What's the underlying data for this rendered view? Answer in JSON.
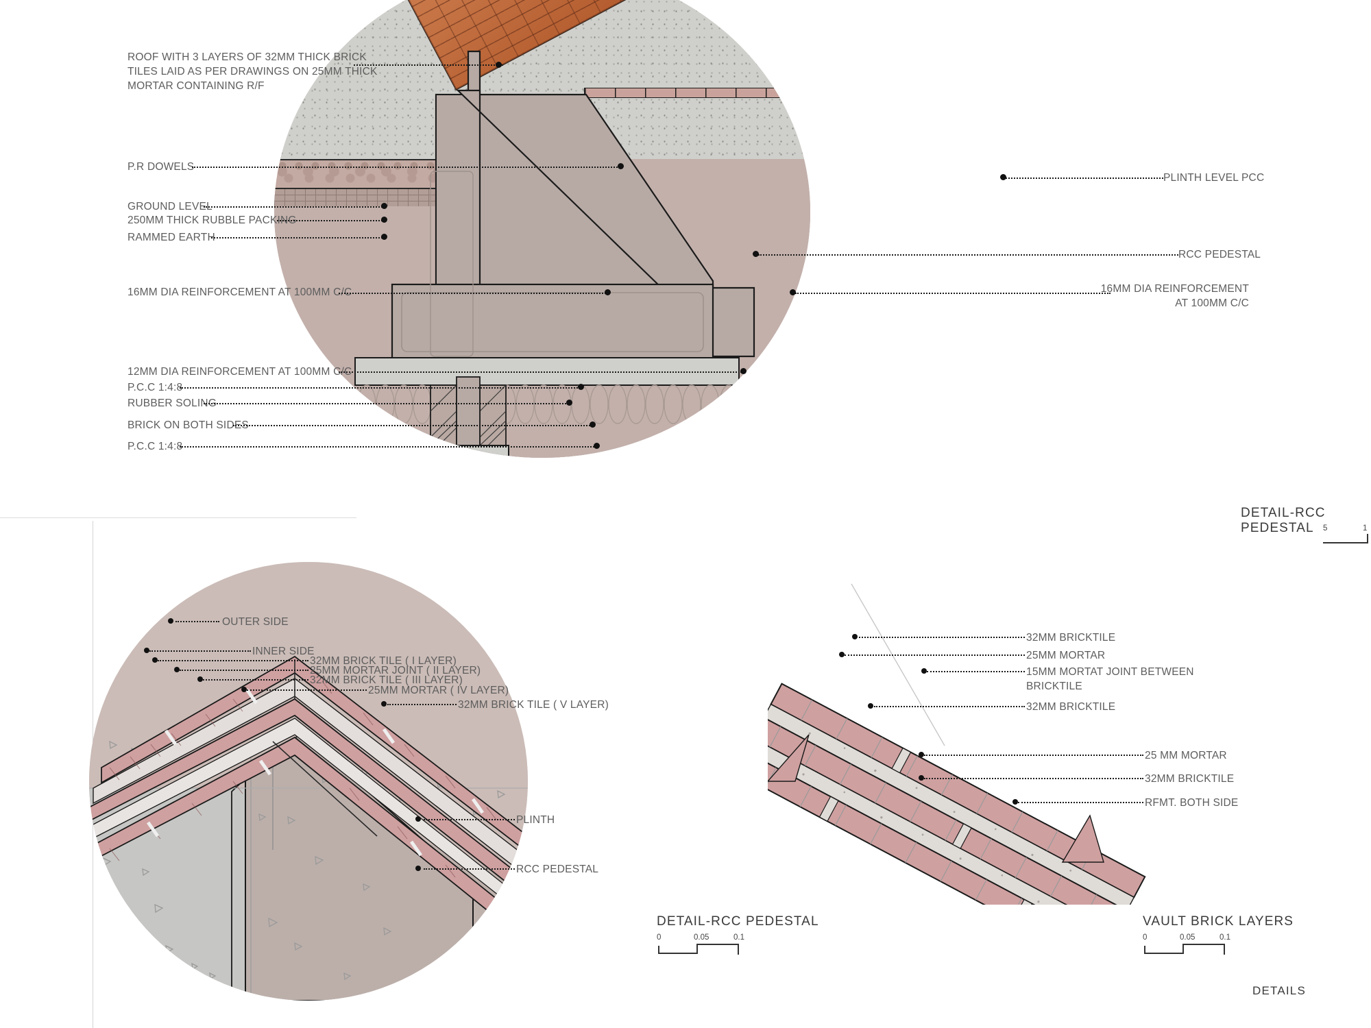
{
  "sheet": {
    "title": "DETAILS",
    "background": "#ffffff",
    "accent_brick": "#c4622e",
    "accent_tile": "#cfa0a0",
    "concrete": "#b7aaa5",
    "pcc": "#cfcfcb",
    "text_color": "#5d5d5d"
  },
  "details": [
    {
      "id": "detail-rcc-pedestal-section",
      "title": "DETAIL-RCC PEDESTAL",
      "scale": {
        "ticks": [
          "5",
          "1"
        ],
        "clipped": true
      }
    },
    {
      "id": "detail-rcc-pedestal-plan",
      "title": "DETAIL-RCC PEDESTAL",
      "scale": {
        "ticks": [
          "0",
          "0.05",
          "0.1"
        ],
        "clipped": false
      }
    },
    {
      "id": "vault-brick-layers",
      "title": "VAULT BRICK LAYERS",
      "scale": {
        "ticks": [
          "0",
          "0.05",
          "0.1"
        ],
        "clipped": false
      }
    }
  ],
  "top_detail": {
    "labels_left": [
      {
        "id": "roof-layers",
        "text": "ROOF WITH 3 LAYERS OF 32MM THICK BRICK\nTILES LAID AS PER DRAWINGS ON 25MM THICK\nMORTAR CONTAINING R/F"
      },
      {
        "id": "pr-dowels",
        "text": "P.R DOWELS"
      },
      {
        "id": "ground-level",
        "text": "GROUND LEVEL"
      },
      {
        "id": "rubble-packing",
        "text": "250MM THICK RUBBLE PACKING"
      },
      {
        "id": "rammed-earth",
        "text": "RAMMED EARTH"
      },
      {
        "id": "rft-16mm",
        "text": "16MM DIA REINFORCEMENT AT 100MM C/C"
      },
      {
        "id": "rft-12mm",
        "text": "12MM DIA REINFORCEMENT AT 100MM C/C"
      },
      {
        "id": "pcc-148-upper",
        "text": "P.C.C 1:4:8"
      },
      {
        "id": "rubber-soling",
        "text": "RUBBER SOLING"
      },
      {
        "id": "brick-both-sides",
        "text": "BRICK ON BOTH SIDES"
      },
      {
        "id": "pcc-148-lower",
        "text": "P.C.C 1:4:8"
      }
    ],
    "labels_right": [
      {
        "id": "plinth-level-pcc",
        "text": "PLINTH LEVEL PCC"
      },
      {
        "id": "rcc-pedestal",
        "text": "RCC PEDESTAL"
      },
      {
        "id": "rft-16mm-right",
        "text": "16MM DIA REINFORCEMENT\nAT 100MM C/C"
      }
    ]
  },
  "bottom_left_detail": {
    "labels": [
      {
        "id": "outer-side",
        "text": "OUTER SIDE"
      },
      {
        "id": "inner-side",
        "text": "INNER SIDE"
      },
      {
        "id": "layer-1",
        "text": "32MM BRICK TILE ( I LAYER)"
      },
      {
        "id": "layer-2",
        "text": "25MM MORTAR JOINT ( II LAYER)"
      },
      {
        "id": "layer-3",
        "text": "32MM BRICK TILE ( III LAYER)"
      },
      {
        "id": "layer-4",
        "text": "25MM MORTAR ( IV LAYER)"
      },
      {
        "id": "layer-5",
        "text": "32MM BRICK TILE ( V LAYER)"
      },
      {
        "id": "plinth",
        "text": "PLINTH"
      },
      {
        "id": "rcc-pedestal-bl",
        "text": "RCC PEDESTAL"
      }
    ]
  },
  "bottom_right_detail": {
    "labels": [
      {
        "id": "bricktile-32-a",
        "text": "32MM BRICKTILE"
      },
      {
        "id": "mortar-25-a",
        "text": "25MM MORTAR"
      },
      {
        "id": "mortar-joint-15",
        "text": "15MM MORTAT JOINT BETWEEN\nBRICKTILE"
      },
      {
        "id": "bricktile-32-b",
        "text": "32MM BRICKTILE"
      },
      {
        "id": "mortar-25-b",
        "text": "25 MM MORTAR"
      },
      {
        "id": "bricktile-32-c",
        "text": "32MM BRICKTILE"
      },
      {
        "id": "rfmt-both-side",
        "text": "RFMT. BOTH SIDE"
      }
    ]
  }
}
